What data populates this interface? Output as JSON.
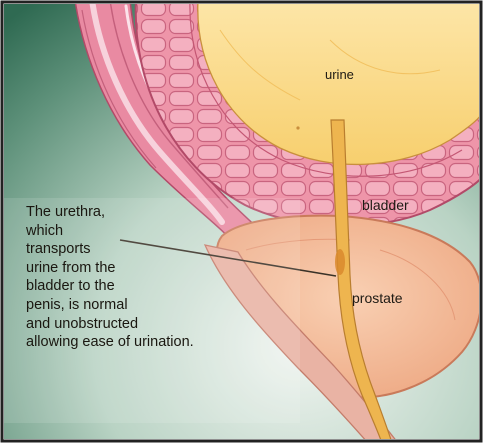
{
  "labels": {
    "urine": "urine",
    "bladder": "bladder",
    "prostate": "prostate"
  },
  "caption": {
    "lines": [
      "The urethra,",
      "which",
      "transports",
      "urine from the",
      "bladder to the",
      "penis, is normal",
      "and unobstructed",
      "allowing ease of urination."
    ]
  },
  "colors": {
    "background_dark": "#2f6a52",
    "background_light": "#e8efe9",
    "bladder_wall": "#ec8fa4",
    "bladder_wall_dark": "#c45774",
    "urine": "#fbd882",
    "prostate": "#f5bf9a",
    "urethra": "#e9b24a",
    "frame": "#222222"
  }
}
